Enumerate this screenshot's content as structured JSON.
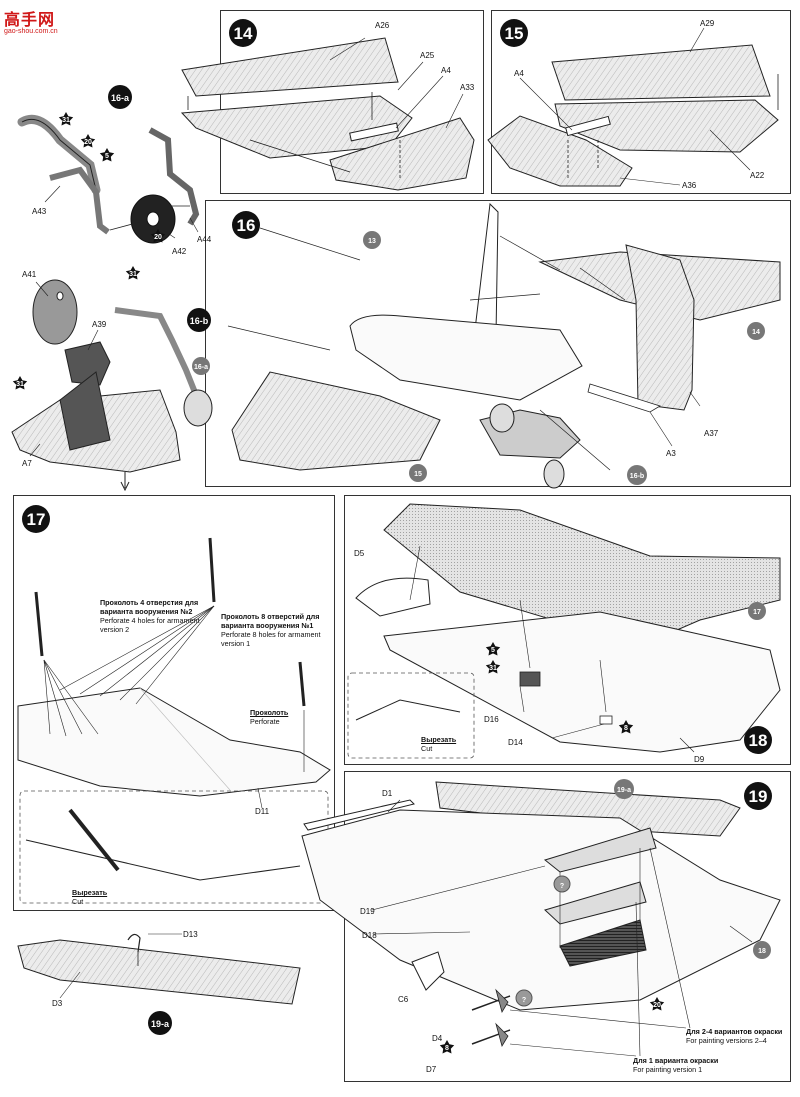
{
  "watermark": {
    "cn": "高手网",
    "url": "gao-shou.com.cn"
  },
  "steps": {
    "s14": "14",
    "s15": "15",
    "s16": "16",
    "s17": "17",
    "s18": "18",
    "s19": "19",
    "s16a": "16-a",
    "s16b": "16-b",
    "s19a": "19-a"
  },
  "refs": {
    "r13": "13",
    "r14": "14",
    "r15": "15",
    "r16a": "16-a",
    "r16b": "16-b",
    "r17": "17",
    "r18": "18",
    "r19a": "19-a"
  },
  "paints": {
    "p31": "31",
    "p20": "20",
    "p5": "5",
    "p8": "8"
  },
  "parts": {
    "A26": "A26",
    "A25": "A25",
    "A4": "A4",
    "A33": "A33",
    "A29": "A29",
    "A22": "A22",
    "A36": "A36",
    "A43": "A43",
    "A42": "A42",
    "A44": "A44",
    "A41": "A41",
    "A39": "A39",
    "A7": "A7",
    "A3": "A3",
    "A37": "A37",
    "D5": "D5",
    "D16": "D16",
    "D14": "D14",
    "D9": "D9",
    "D11": "D11",
    "D1": "D1",
    "D19": "D19",
    "D18": "D18",
    "C6": "C6",
    "D4": "D4",
    "D7": "D7",
    "D13": "D13",
    "D3": "D3"
  },
  "notes": {
    "perf4_ru": "Проколоть 4 отверстия для варианта вооружения №2",
    "perf4_en": "Perforate 4 holes for armament version 2",
    "perf8_ru": "Проколоть 8 отверстий для варианта вооружения №1",
    "perf8_en": "Perforate 8 holes for armament version 1",
    "perf_ru": "Проколоть",
    "perf_en": "Perforate",
    "cut_ru": "Вырезать",
    "cut_en": "Cut",
    "paint24_ru": "Для 2-4 вариантов окраски",
    "paint24_en": "For painting versions 2–4",
    "paint1_ru": "Для 1 варианта окраски",
    "paint1_en": "For painting version 1"
  },
  "colors": {
    "part_fill": "#f2f2f2",
    "shade": "#9a9a9a",
    "line": "#222222",
    "logo": "#d01818"
  }
}
